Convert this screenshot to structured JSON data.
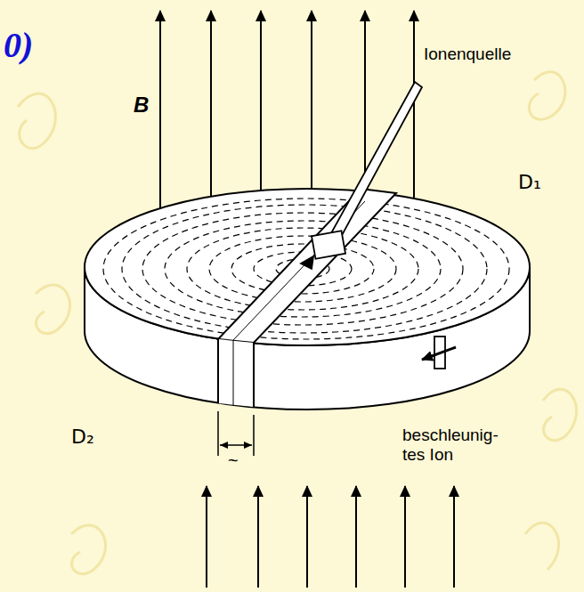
{
  "diagram": {
    "labels": [
      "0)",
      "B",
      "Ionenquelle",
      "D₁",
      "D₂",
      "beschleunig- tes Ion",
      "~"
    ]
  }
}
